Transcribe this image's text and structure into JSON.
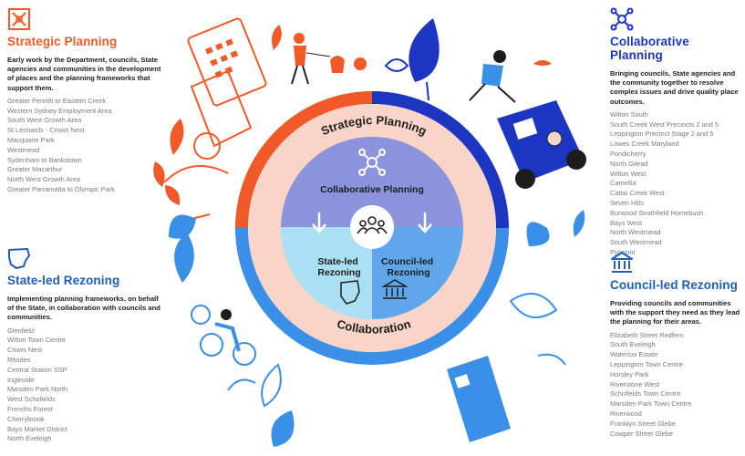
{
  "colors": {
    "orange": "#f05a28",
    "dark_blue": "#1d36c2",
    "light_blue": "#3a8fe6",
    "ring_peach": "#f8d5c8",
    "core_purple": "#8b93dc",
    "core_light_blue": "#a9e0f3",
    "core_mid_blue": "#5fa7ea"
  },
  "panels": {
    "strategic": {
      "icon": "strategic-planning-icon",
      "title": "Strategic Planning",
      "description": "Early work by the Department, councils, State agencies and communities in the development of places and the planning frameworks that support them.",
      "items": [
        "Greater Penrith to Eastern Creek",
        "Western Sydney Employment Area",
        "South West Growth Area",
        "St Leonards - Crows Nest",
        "Macquarie Park",
        "Westmead",
        "Sydenham to Bankstown",
        "Greater Macarthur",
        "North West Growth Area",
        "Greater Parramatta to Olympic Park"
      ]
    },
    "collaborative": {
      "icon": "network-icon",
      "title": "Collaborative Planning",
      "description": "Bringing councils, State agencies and the community together to resolve complex issues and drive quality place outcomes.",
      "items": [
        "Wilton South",
        "South Creek West Precincts 2 and 5",
        "Leppington Precinct Stage 2 and 5",
        "Lowes Creek Maryland",
        "Pondicherry",
        "North Gilead",
        "Wilton West",
        "Camellia",
        "Cattai Creek West",
        "Seven Hills",
        "Burwood Strathfield Homebush",
        "Bays West",
        "North Westmead",
        "South Westmead",
        "Pyrmont"
      ]
    },
    "state": {
      "icon": "nsw-map-icon",
      "title": "State-led Rezoning",
      "description": "Implementing planning frameworks, on behalf of the State, in collaboration with councils and communities.",
      "items": [
        "Glenfield",
        "Wilton Town Centre",
        "Crows Nest",
        "Rhodes",
        "Central Station SSP",
        "Ingleside",
        "Marsden Park North",
        "West Schofields",
        "Frenchs Forest",
        "Cherrybrook",
        "Bays Market District",
        "North Eveleigh"
      ]
    },
    "council": {
      "icon": "council-building-icon",
      "title": "Council-led Rezoning",
      "description": "Providing councils and communities with the support they need as they lead the planning for their areas.",
      "items": [
        "Elizabeth Street Redfern",
        "South Eveleigh",
        "Waterloo Estate",
        "Leppington Town Centre",
        "Horsley Park",
        "Riverstone West",
        "Schofields Town Centre",
        "Marsden Park Town Centre",
        "Riverwood",
        "Franklyn Street Glebe",
        "Cowper Street Glebe"
      ]
    }
  },
  "diagram": {
    "ring_top_label": "Strategic Planning",
    "ring_bottom_label": "Collaboration",
    "core_top_label": "Collaborative Planning",
    "core_left_label_line1": "State-led",
    "core_left_label_line2": "Rezoning",
    "core_right_label_line1": "Council-led",
    "core_right_label_line2": "Rezoning"
  }
}
